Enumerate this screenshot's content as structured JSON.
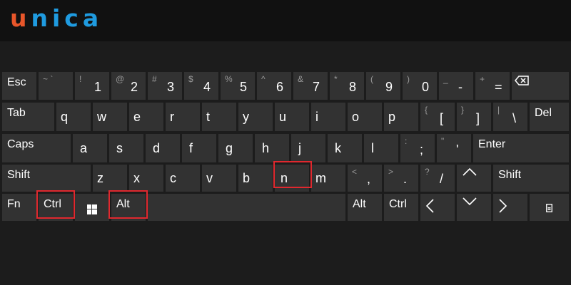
{
  "brand": {
    "logo_part1": "u",
    "logo_part2": "nica"
  },
  "colors": {
    "logo_orange": "#e8562a",
    "logo_blue": "#1f9be0",
    "highlight": "#e0282e",
    "key_bg": "#323232"
  },
  "keyboard": {
    "row1": [
      {
        "label": "Esc"
      },
      {
        "shift": "~ `",
        "main": ""
      },
      {
        "shift": "!",
        "main": "1"
      },
      {
        "shift": "@",
        "main": "2"
      },
      {
        "shift": "#",
        "main": "3"
      },
      {
        "shift": "$",
        "main": "4"
      },
      {
        "shift": "%",
        "main": "5"
      },
      {
        "shift": "^",
        "main": "6"
      },
      {
        "shift": "&",
        "main": "7"
      },
      {
        "shift": "*",
        "main": "8"
      },
      {
        "shift": "(",
        "main": "9"
      },
      {
        "shift": ")",
        "main": "0"
      },
      {
        "shift": "_",
        "main": "-"
      },
      {
        "shift": "+",
        "main": "="
      },
      {
        "icon": "backspace-icon"
      }
    ],
    "row2": [
      {
        "label": "Tab"
      },
      {
        "letter": "q"
      },
      {
        "letter": "w"
      },
      {
        "letter": "e"
      },
      {
        "letter": "r"
      },
      {
        "letter": "t"
      },
      {
        "letter": "y"
      },
      {
        "letter": "u"
      },
      {
        "letter": "i"
      },
      {
        "letter": "o"
      },
      {
        "letter": "p"
      },
      {
        "shift": "{",
        "main": "["
      },
      {
        "shift": "}",
        "main": "]"
      },
      {
        "shift": "|",
        "main": "\\"
      },
      {
        "label": "Del"
      }
    ],
    "row3": [
      {
        "label": "Caps"
      },
      {
        "letter": "a"
      },
      {
        "letter": "s"
      },
      {
        "letter": "d"
      },
      {
        "letter": "f"
      },
      {
        "letter": "g"
      },
      {
        "letter": "h"
      },
      {
        "letter": "j"
      },
      {
        "letter": "k"
      },
      {
        "letter": "l"
      },
      {
        "shift": ":",
        "main": ";"
      },
      {
        "shift": "\"",
        "main": "'"
      },
      {
        "label": "Enter"
      }
    ],
    "row4": [
      {
        "label": "Shift"
      },
      {
        "letter": "z"
      },
      {
        "letter": "x"
      },
      {
        "letter": "c"
      },
      {
        "letter": "v"
      },
      {
        "letter": "b"
      },
      {
        "letter": "n"
      },
      {
        "letter": "m"
      },
      {
        "shift": "<",
        "main": ","
      },
      {
        "shift": ">",
        "main": "."
      },
      {
        "shift": "?",
        "main": "/"
      },
      {
        "icon": "arrow-up-icon"
      },
      {
        "label": "Shift"
      }
    ],
    "row5": [
      {
        "label": "Fn"
      },
      {
        "label": "Ctrl"
      },
      {
        "icon": "windows-icon"
      },
      {
        "label": "Alt"
      },
      {
        "label": ""
      },
      {
        "label": "Alt"
      },
      {
        "label": "Ctrl"
      },
      {
        "icon": "arrow-left-icon"
      },
      {
        "icon": "arrow-down-icon"
      },
      {
        "icon": "arrow-right-icon"
      },
      {
        "icon": "keyboard-settings-icon"
      }
    ],
    "highlighted_keys": [
      "Ctrl",
      "Alt",
      "n"
    ]
  }
}
